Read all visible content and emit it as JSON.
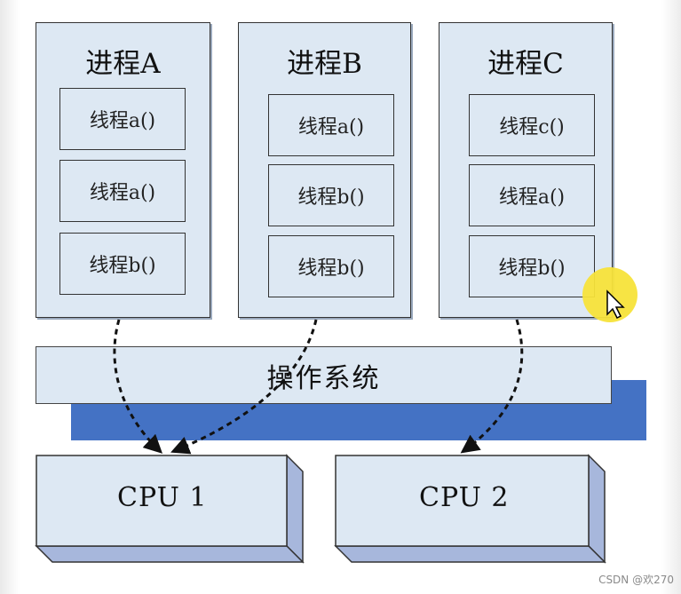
{
  "processes": [
    {
      "title": "进程A",
      "threads": [
        "线程a()",
        "线程a()",
        "线程b()"
      ]
    },
    {
      "title": "进程B",
      "threads": [
        "线程a()",
        "线程b()",
        "线程b()"
      ]
    },
    {
      "title": "进程C",
      "threads": [
        "线程c()",
        "线程a()",
        "线程b()"
      ]
    }
  ],
  "os_label": "操作系统",
  "cpus": [
    "CPU 1",
    "CPU 2"
  ],
  "watermark": "CSDN @欢270",
  "colors": {
    "box_fill": "#dde8f3",
    "os_shadow": "#4472c4",
    "cpu_side": "#a7b7dc",
    "highlight": "#f7e33a"
  }
}
